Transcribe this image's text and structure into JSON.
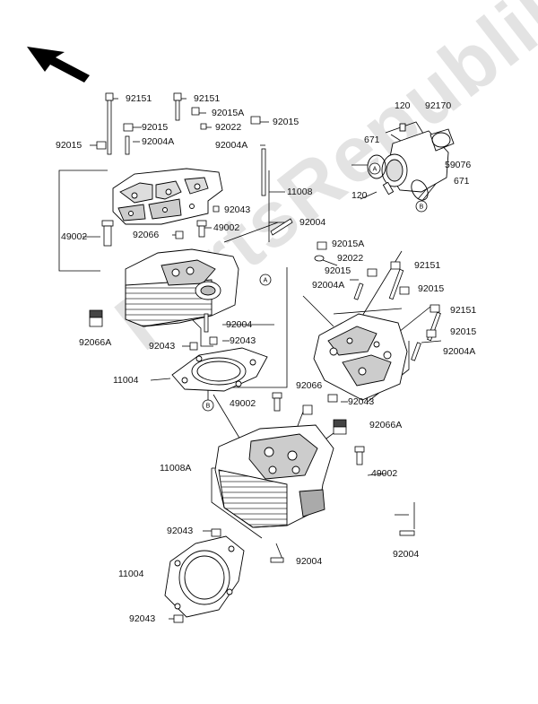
{
  "watermark": "PartsRepublik",
  "callouts": {
    "a": "A",
    "b": "B"
  },
  "labels": {
    "l01": "92151",
    "l02": "92151",
    "l03": "92015A",
    "l04": "92015",
    "l05": "92015",
    "l06": "92022",
    "l07": "92015",
    "l08": "92004A",
    "l09": "92004A",
    "l10": "11008",
    "l11": "92043",
    "l12": "49002",
    "l13": "92066",
    "l14": "49002",
    "l15": "92004",
    "l16": "92066A",
    "l17": "92004",
    "l18": "92043",
    "l19": "92043",
    "l20": "11004",
    "l21": "120",
    "l22": "92170",
    "l23": "671",
    "l24": "59076",
    "l25": "120",
    "l26": "671",
    "l27": "92015A",
    "l28": "92022",
    "l29": "92015",
    "l30": "92151",
    "l31": "92004A",
    "l32": "92015",
    "l33": "92151",
    "l34": "92015",
    "l35": "92004A",
    "l36": "49002",
    "l37": "92066",
    "l38": "92043",
    "l39": "92066A",
    "l40": "11008A",
    "l41": "49002",
    "l42": "92043",
    "l43": "92004",
    "l44": "92004",
    "l45": "11004",
    "l46": "92043"
  }
}
